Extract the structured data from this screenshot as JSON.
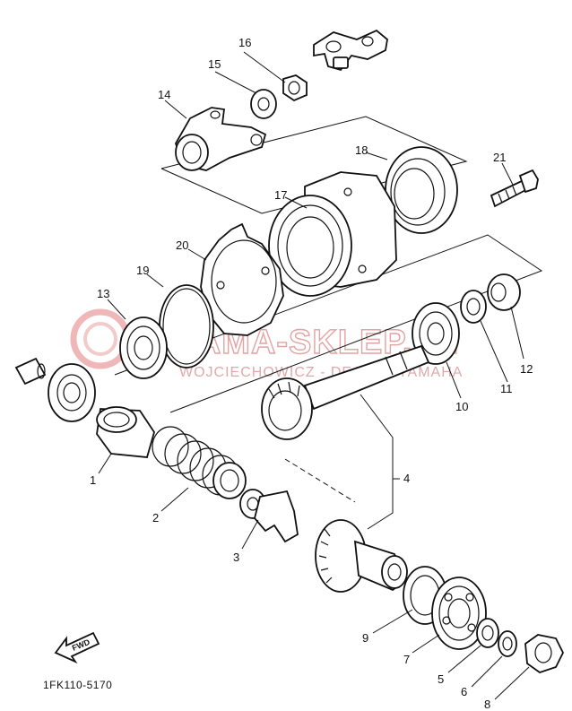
{
  "watermark": {
    "title": "YAMA-SKLEP.PL",
    "subtitle": "WOJCIECHOWICZ - DEALER YAMAHA"
  },
  "reference_code": "1FK110-5170",
  "direction_arrow": {
    "label": "FWD"
  },
  "callouts": {
    "n1": "1",
    "n2": "2",
    "n3": "3",
    "n4": "4",
    "n5": "5",
    "n6": "6",
    "n7": "7",
    "n8": "8",
    "n9": "9",
    "n10": "10",
    "n11": "11",
    "n12": "12",
    "n13": "13",
    "n14": "14",
    "n15": "15",
    "n16": "16",
    "n17": "17",
    "n18": "18",
    "n19": "19",
    "n20": "20",
    "n21": "21"
  }
}
